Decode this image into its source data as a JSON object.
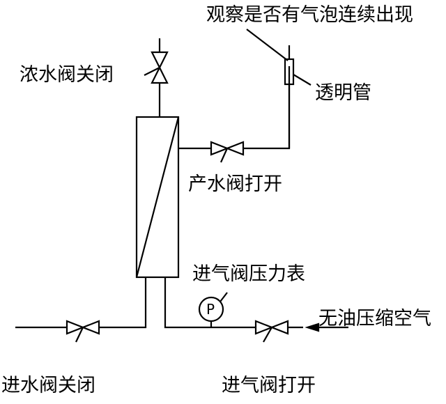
{
  "labels": {
    "observe": "观察是否有气泡连续出现",
    "concentrate_valve": "浓水阀关闭",
    "transparent_tube": "透明管",
    "product_valve": "产水阀打开",
    "gauge": "进气阀压力表",
    "gauge_letter": "P",
    "air_supply": "无油压缩空气",
    "inlet_water_valve": "进水阀关闭",
    "inlet_air_valve": "进气阀打开"
  }
}
